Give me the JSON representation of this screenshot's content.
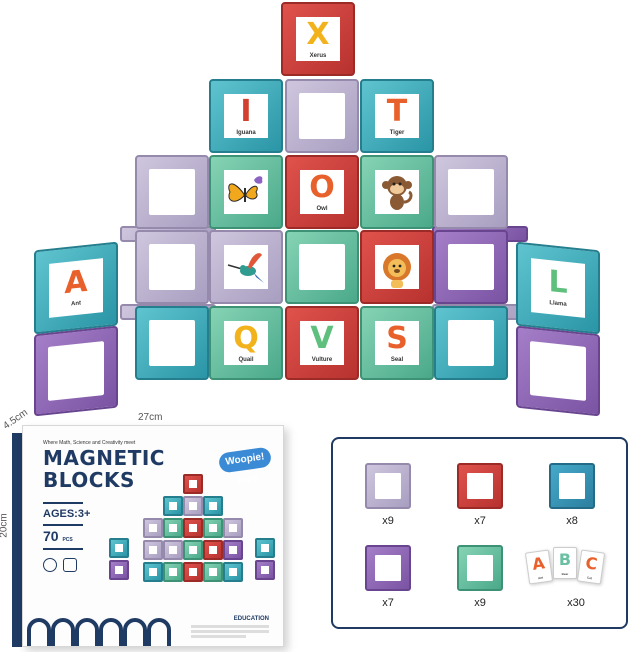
{
  "structure": {
    "cards": {
      "x": {
        "letter": "X",
        "name": "Xerus"
      },
      "i": {
        "letter": "I",
        "name": "Iguana"
      },
      "t": {
        "letter": "T",
        "name": "Tiger"
      },
      "o": {
        "letter": "O",
        "name": "Owl"
      },
      "a": {
        "letter": "A",
        "name": "Ant"
      },
      "l": {
        "letter": "L",
        "name": "Llama"
      },
      "q": {
        "letter": "Q",
        "name": "Quail"
      },
      "v": {
        "letter": "V",
        "name": "Vulture"
      },
      "s": {
        "letter": "S",
        "name": "Seal"
      }
    }
  },
  "dimensions": {
    "depth": "4.5cm",
    "width": "27cm",
    "height": "20cm"
  },
  "box": {
    "tagline": "Where Math, Science and Creativity meet",
    "title_line1": "MAGNETIC",
    "title_line2": "BLOCKS",
    "brand": "Woopie! toys",
    "ages": "AGES:3+",
    "pieces": "70",
    "pieces_unit": "PCS",
    "category": "EDUCATION"
  },
  "contents": {
    "items": [
      {
        "color": "#b7a9d3",
        "count": "x9"
      },
      {
        "color": "#c9403d",
        "count": "x7"
      },
      {
        "color": "#3f9dbf",
        "count": "x8"
      },
      {
        "color": "#8a5fb8",
        "count": "x7"
      },
      {
        "color": "#4fae8e",
        "count": "x9"
      },
      {
        "color": "letter-cards",
        "count": "x30"
      }
    ],
    "cards": [
      {
        "letter": "A",
        "name": "Ant",
        "color": "#e8602c"
      },
      {
        "letter": "B",
        "name": "Bear",
        "color": "#6bbfa3"
      },
      {
        "letter": "C",
        "name": "Cat",
        "color": "#e8602c"
      }
    ]
  },
  "colors": {
    "navy": "#1f3a63",
    "red": "#c9403d",
    "teal": "#3fb3c2",
    "lavender": "#b7a9d3",
    "green": "#5fbf9c",
    "purple": "#8a5fb8"
  }
}
